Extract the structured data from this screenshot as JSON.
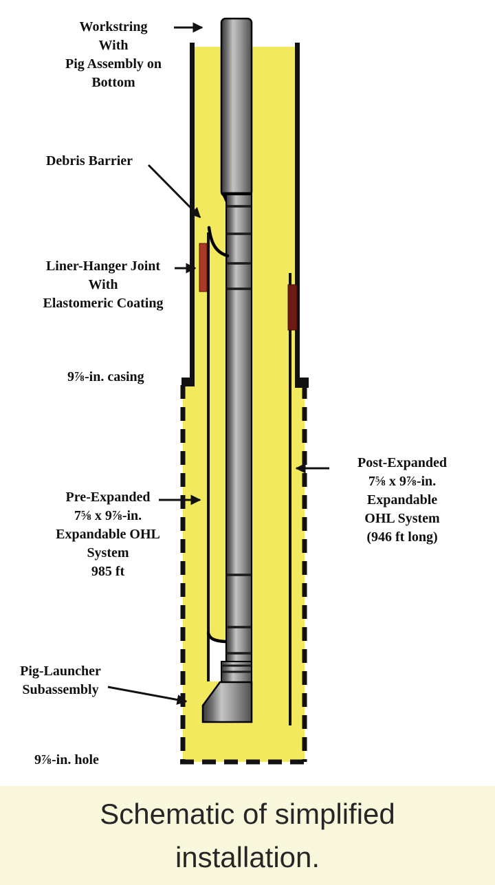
{
  "diagram": {
    "title_hint": "Simplified installation well schematic",
    "labels": {
      "workstring": "Workstring\nWith\nPig Assembly on\nBottom",
      "debris_barrier": "Debris Barrier",
      "liner_hanger": "Liner-Hanger Joint\nWith\nElastomeric Coating",
      "casing": "9⅞-in. casing",
      "pre_expanded": "Pre-Expanded\n7⅝ x 9⅞-in.\nExpandable OHL\nSystem\n985 ft",
      "post_expanded": "Post-Expanded\n7⅝ x 9⅞-in.\nExpandable OHL System\n(946 ft long)",
      "pig_launcher": "Pig-Launcher\nSubassembly",
      "hole": "9⅞-in. hole"
    },
    "colors": {
      "annulus_yellow": "#f2e95e",
      "caption_bg": "#faf8dc",
      "coating_left": "#a83a26",
      "coating_right": "#6e1a12",
      "line_black": "#111111"
    }
  },
  "caption": {
    "text": "Schematic of simplified\ninstallation."
  }
}
